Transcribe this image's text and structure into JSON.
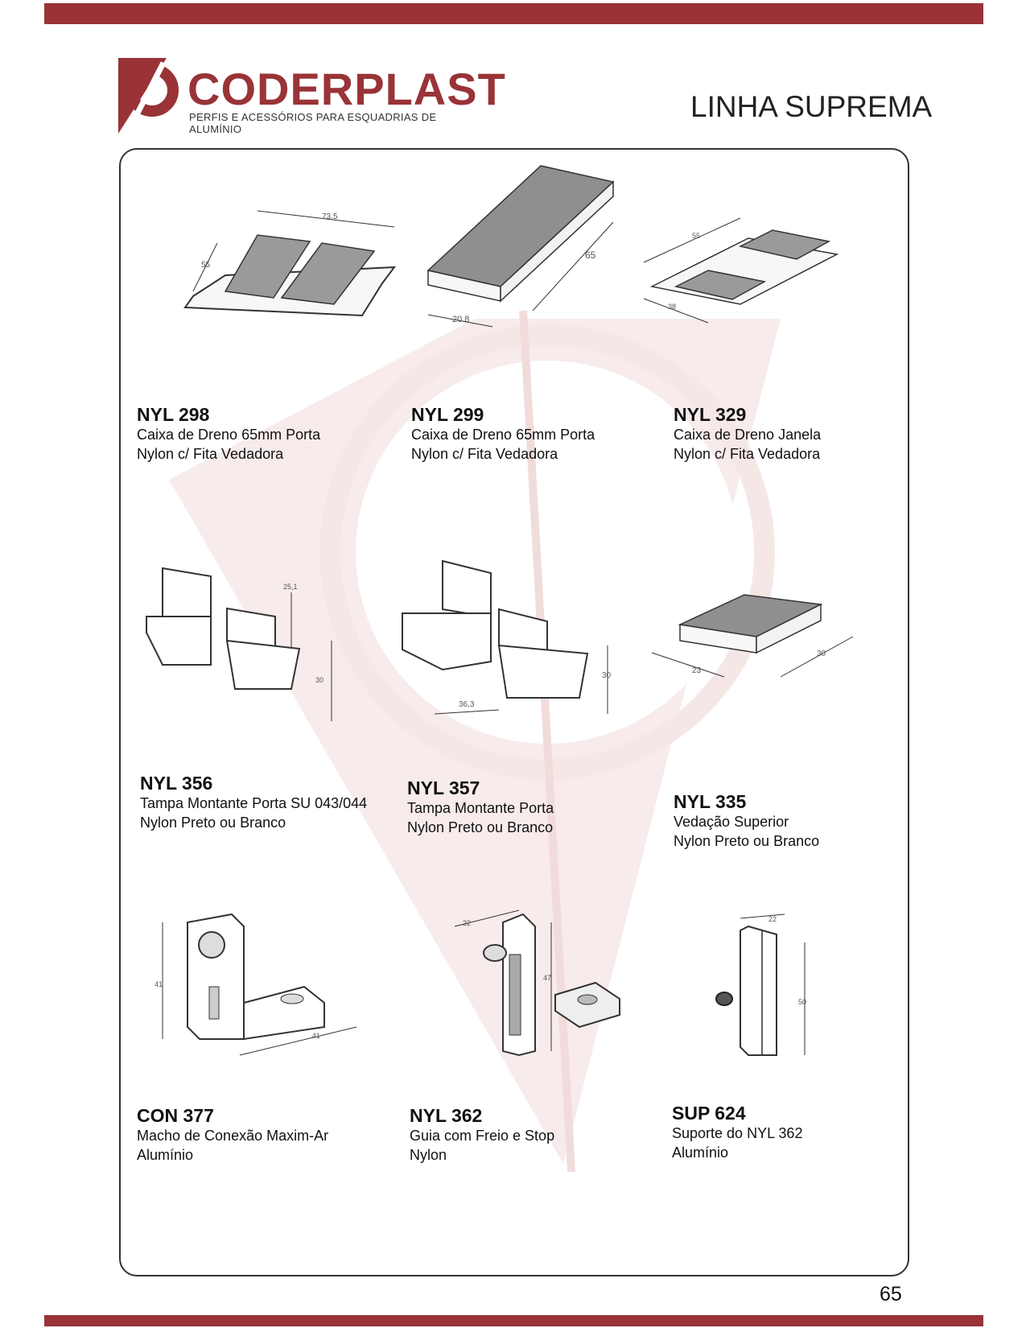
{
  "header": {
    "brand": "CODERPLAST",
    "tagline": "PERFIS E ACESSÓRIOS PARA ESQUADRIAS DE ALUMÍNIO",
    "line_title": "LINHA SUPREMA",
    "accent_color": "#993337"
  },
  "products": [
    {
      "code": "NYL 298",
      "line1": "Caixa de Dreno 65mm Porta",
      "line2": "Nylon c/ Fita Vedadora",
      "dims": [
        "73.5",
        "55"
      ]
    },
    {
      "code": "NYL 299",
      "line1": "Caixa de Dreno 65mm Porta",
      "line2": "Nylon c/ Fita Vedadora",
      "dims": [
        "65",
        "20.8"
      ]
    },
    {
      "code": "NYL 329",
      "line1": "Caixa de Dreno Janela",
      "line2": "Nylon c/ Fita Vedadora",
      "dims": [
        "55",
        "38"
      ]
    },
    {
      "code": "NYL 356",
      "line1": "Tampa Montante Porta SU 043/044",
      "line2": "Nylon Preto ou Branco",
      "dims": [
        "25,1",
        "30"
      ]
    },
    {
      "code": "NYL 357",
      "line1": "Tampa Montante Porta",
      "line2": "Nylon Preto ou Branco",
      "dims": [
        "30",
        "36,3"
      ]
    },
    {
      "code": "NYL 335",
      "line1": "Vedação Superior",
      "line2": "Nylon Preto ou Branco",
      "dims": [
        "23",
        "30"
      ]
    },
    {
      "code": "CON 377",
      "line1": "Macho de Conexão Maxim-Ar",
      "line2": "Alumínio",
      "dims": [
        "41",
        "41"
      ]
    },
    {
      "code": "NYL 362",
      "line1": "Guia com Freio e Stop",
      "line2": "Nylon",
      "dims": [
        "22",
        "47"
      ]
    },
    {
      "code": "SUP 624",
      "line1": "Suporte do NYL 362",
      "line2": "Alumínio",
      "dims": [
        "22",
        "50"
      ]
    }
  ],
  "page_number": "65"
}
